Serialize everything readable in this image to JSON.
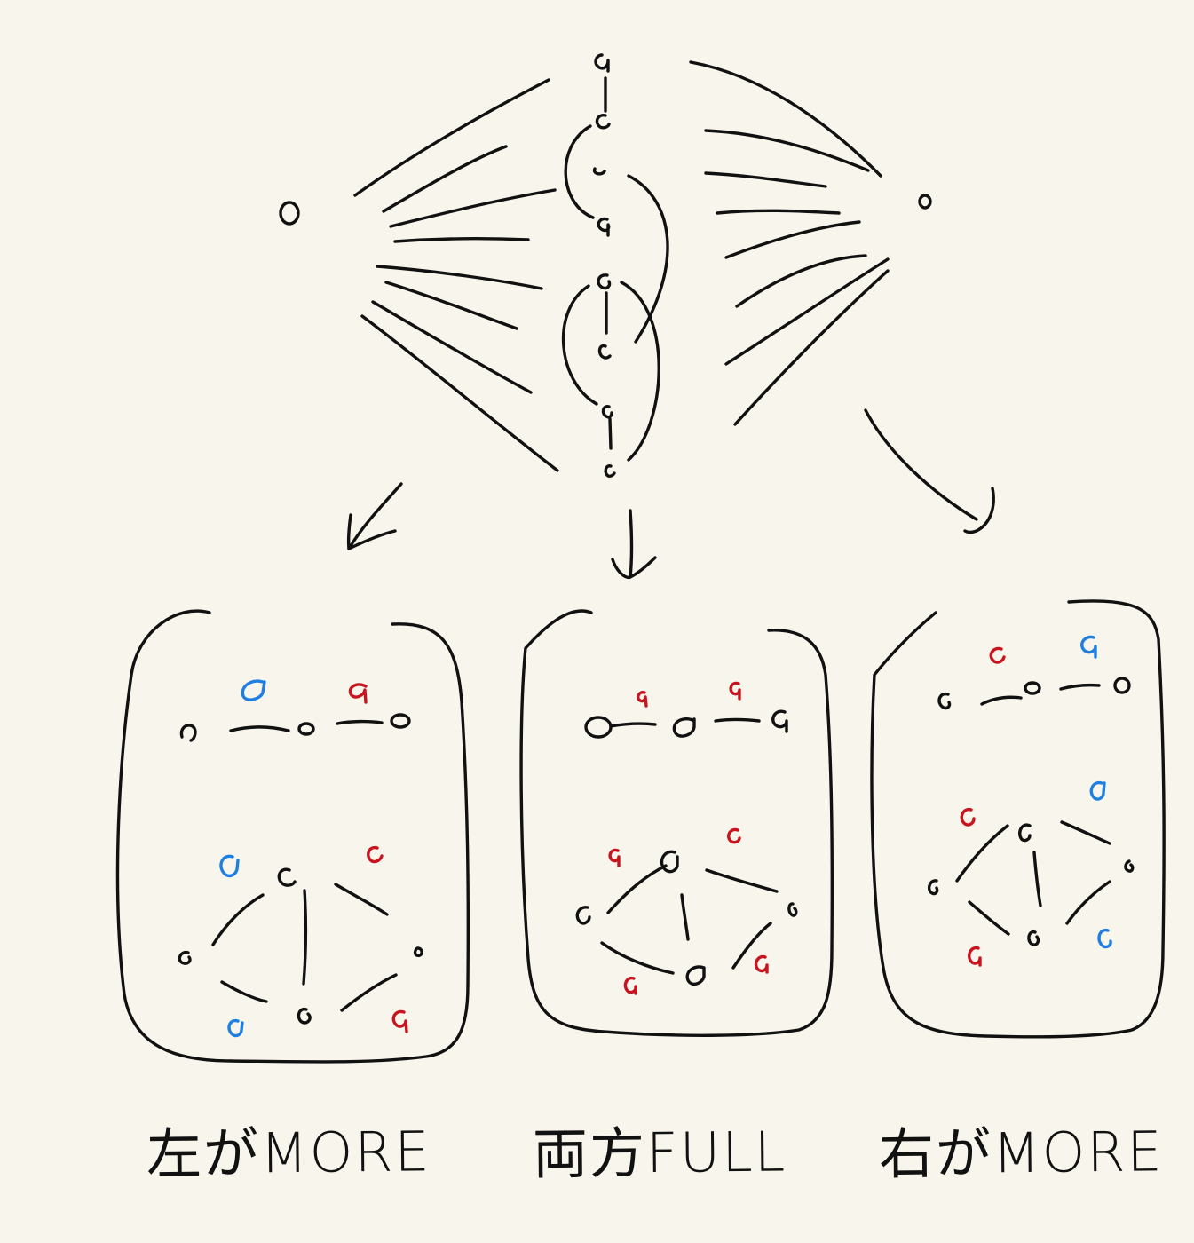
{
  "colors": {
    "ink": "#111111",
    "red": "#c8141e",
    "blue": "#1e7fe0",
    "paper": "#f8f6ec"
  },
  "captions": {
    "left": "左がMORE",
    "middle": "両方FULL",
    "right": "右がMORE"
  }
}
